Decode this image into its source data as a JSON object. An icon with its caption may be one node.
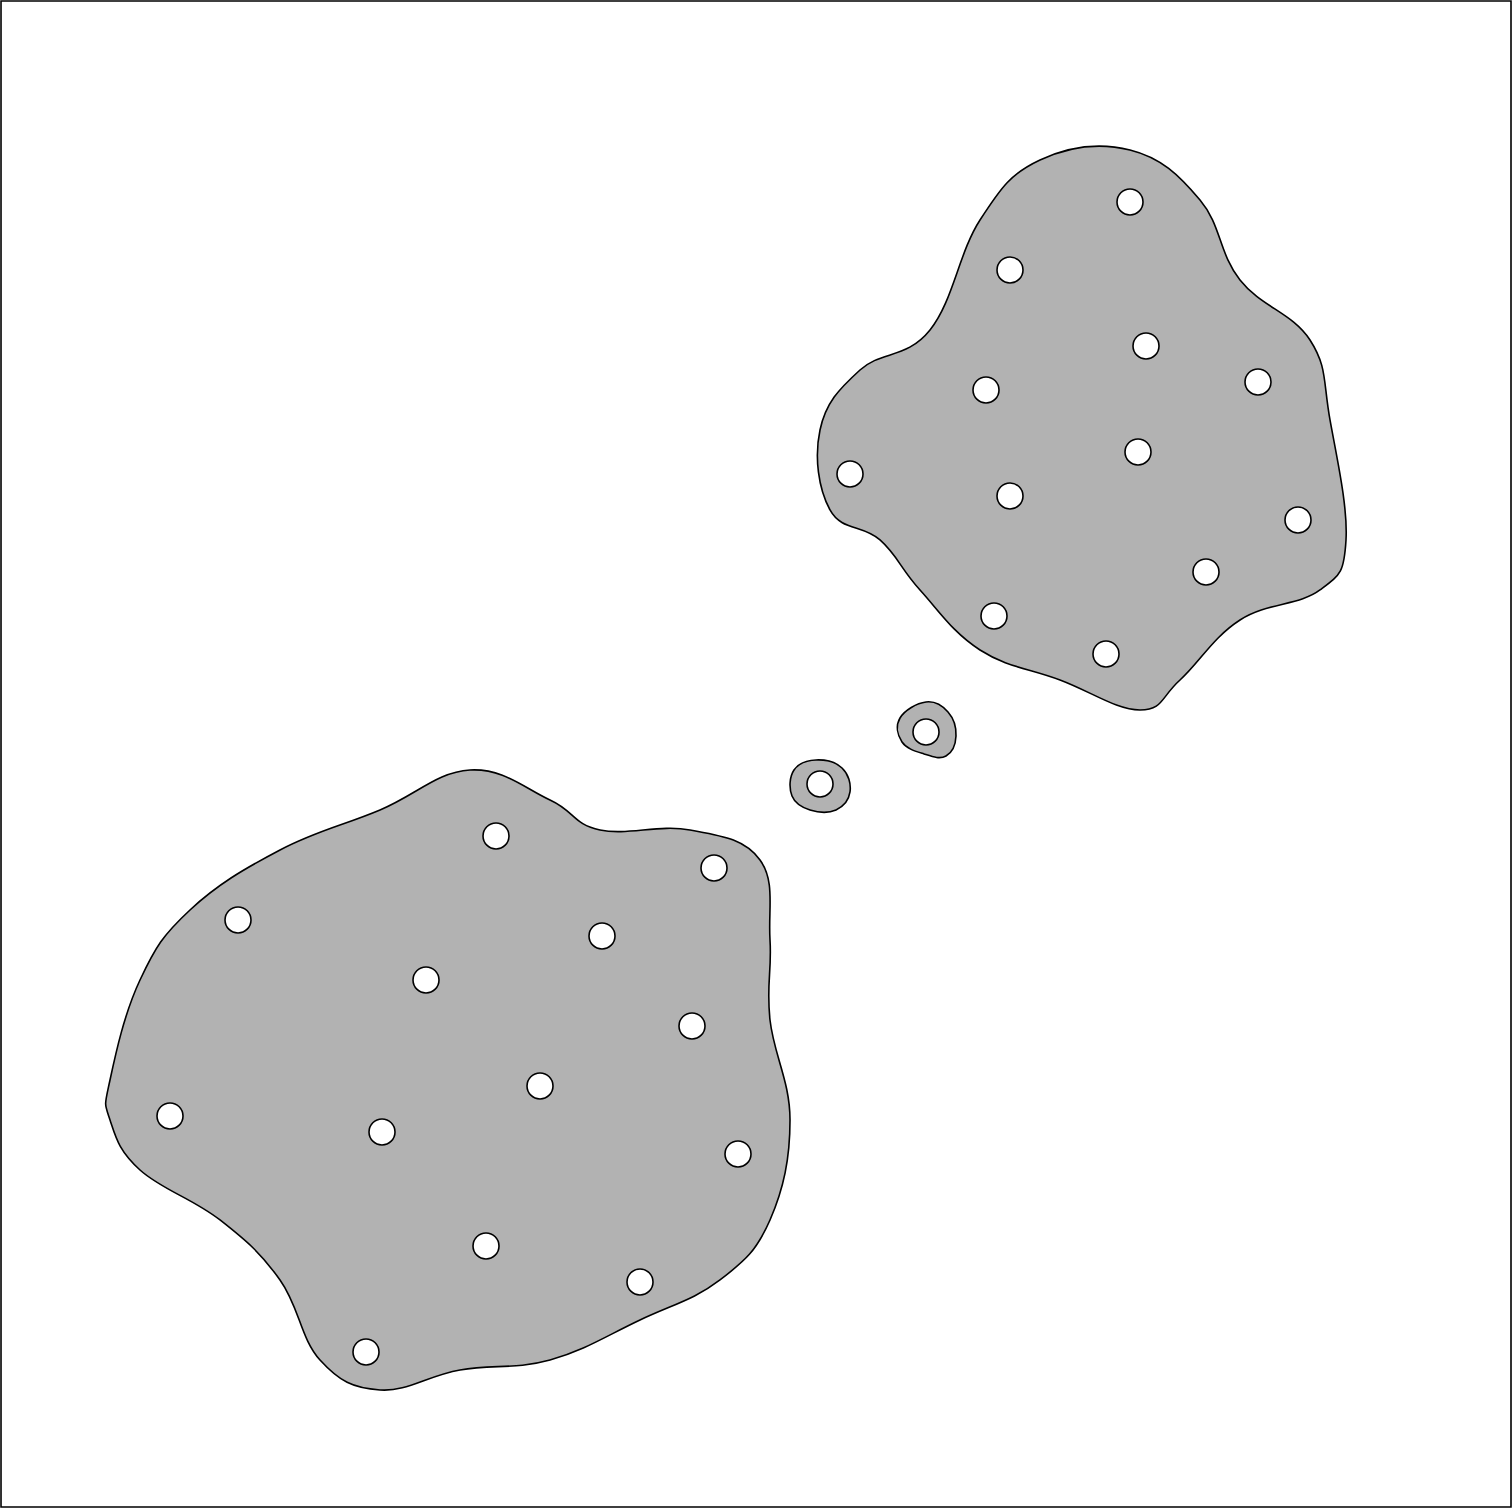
{
  "diagram": {
    "nodes": [
      {
        "text": [],
        "shape": "cloud"
      },
      {
        "text": [],
        "shape": "cloud"
      },
      {
        "text": [],
        "shape": "cloud"
      },
      {
        "text": [],
        "shape": "cloud"
      }
    ]
  }
}
